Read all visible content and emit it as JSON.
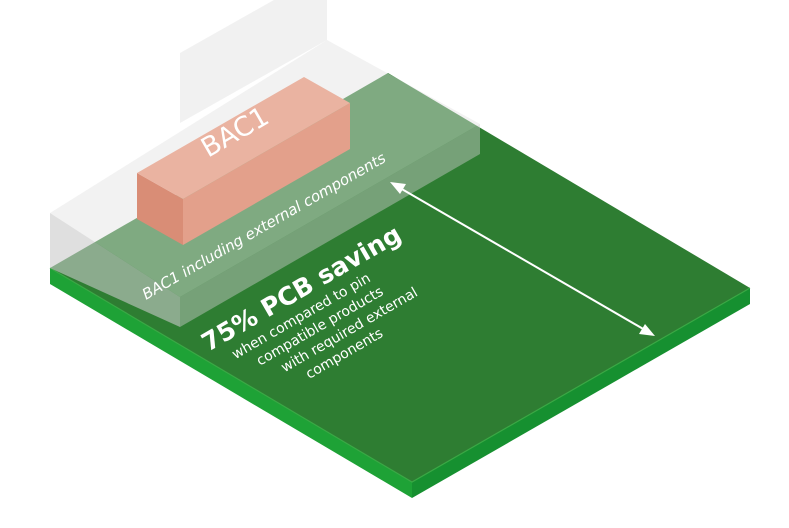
{
  "chip": {
    "label": "BAC1"
  },
  "footprint": {
    "label": "BAC1 including external components"
  },
  "callout": {
    "headline": "75% PCB saving",
    "lines": [
      "when compared to pin",
      "compatible products",
      "with required external",
      "components"
    ]
  },
  "colors": {
    "pcb_top": "#2e7d32",
    "pcb_side": "#1b9a32",
    "pcb_side_dark": "#168a2a",
    "chip": "#e8a48e",
    "footprint_overlay": "#d9d9d9",
    "arrow": "#ffffff"
  },
  "icons": [
    "double-headed-arrow-icon"
  ]
}
